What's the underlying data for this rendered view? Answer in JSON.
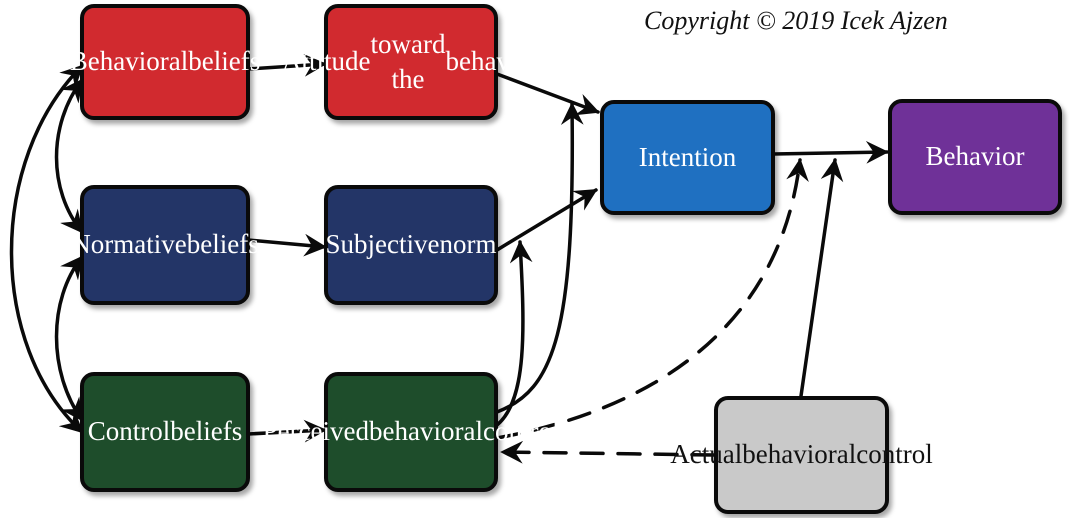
{
  "copyright": "Copyright © 2019 Icek Ajzen",
  "colors": {
    "red": "#d12a2f",
    "navy": "#233567",
    "green": "#1e4d2b",
    "blue": "#1f70c1",
    "purple": "#6f3198",
    "gray": "#c9c9c9",
    "stroke": "#0a0a0a"
  },
  "nodes": {
    "behavioral_beliefs": [
      "Behavioral",
      "beliefs"
    ],
    "normative_beliefs": [
      "Normative",
      "beliefs"
    ],
    "control_beliefs": [
      "Control",
      "beliefs"
    ],
    "attitude": [
      "Attitude",
      "toward the",
      "behavior"
    ],
    "subjective_norm": [
      "Subjective",
      "norm"
    ],
    "perceived_control": [
      "Perceived",
      "behavioral",
      "control"
    ],
    "intention": [
      "Intention"
    ],
    "behavior": [
      "Behavior"
    ],
    "actual_control": [
      "Actual",
      "behavioral",
      "control"
    ]
  }
}
